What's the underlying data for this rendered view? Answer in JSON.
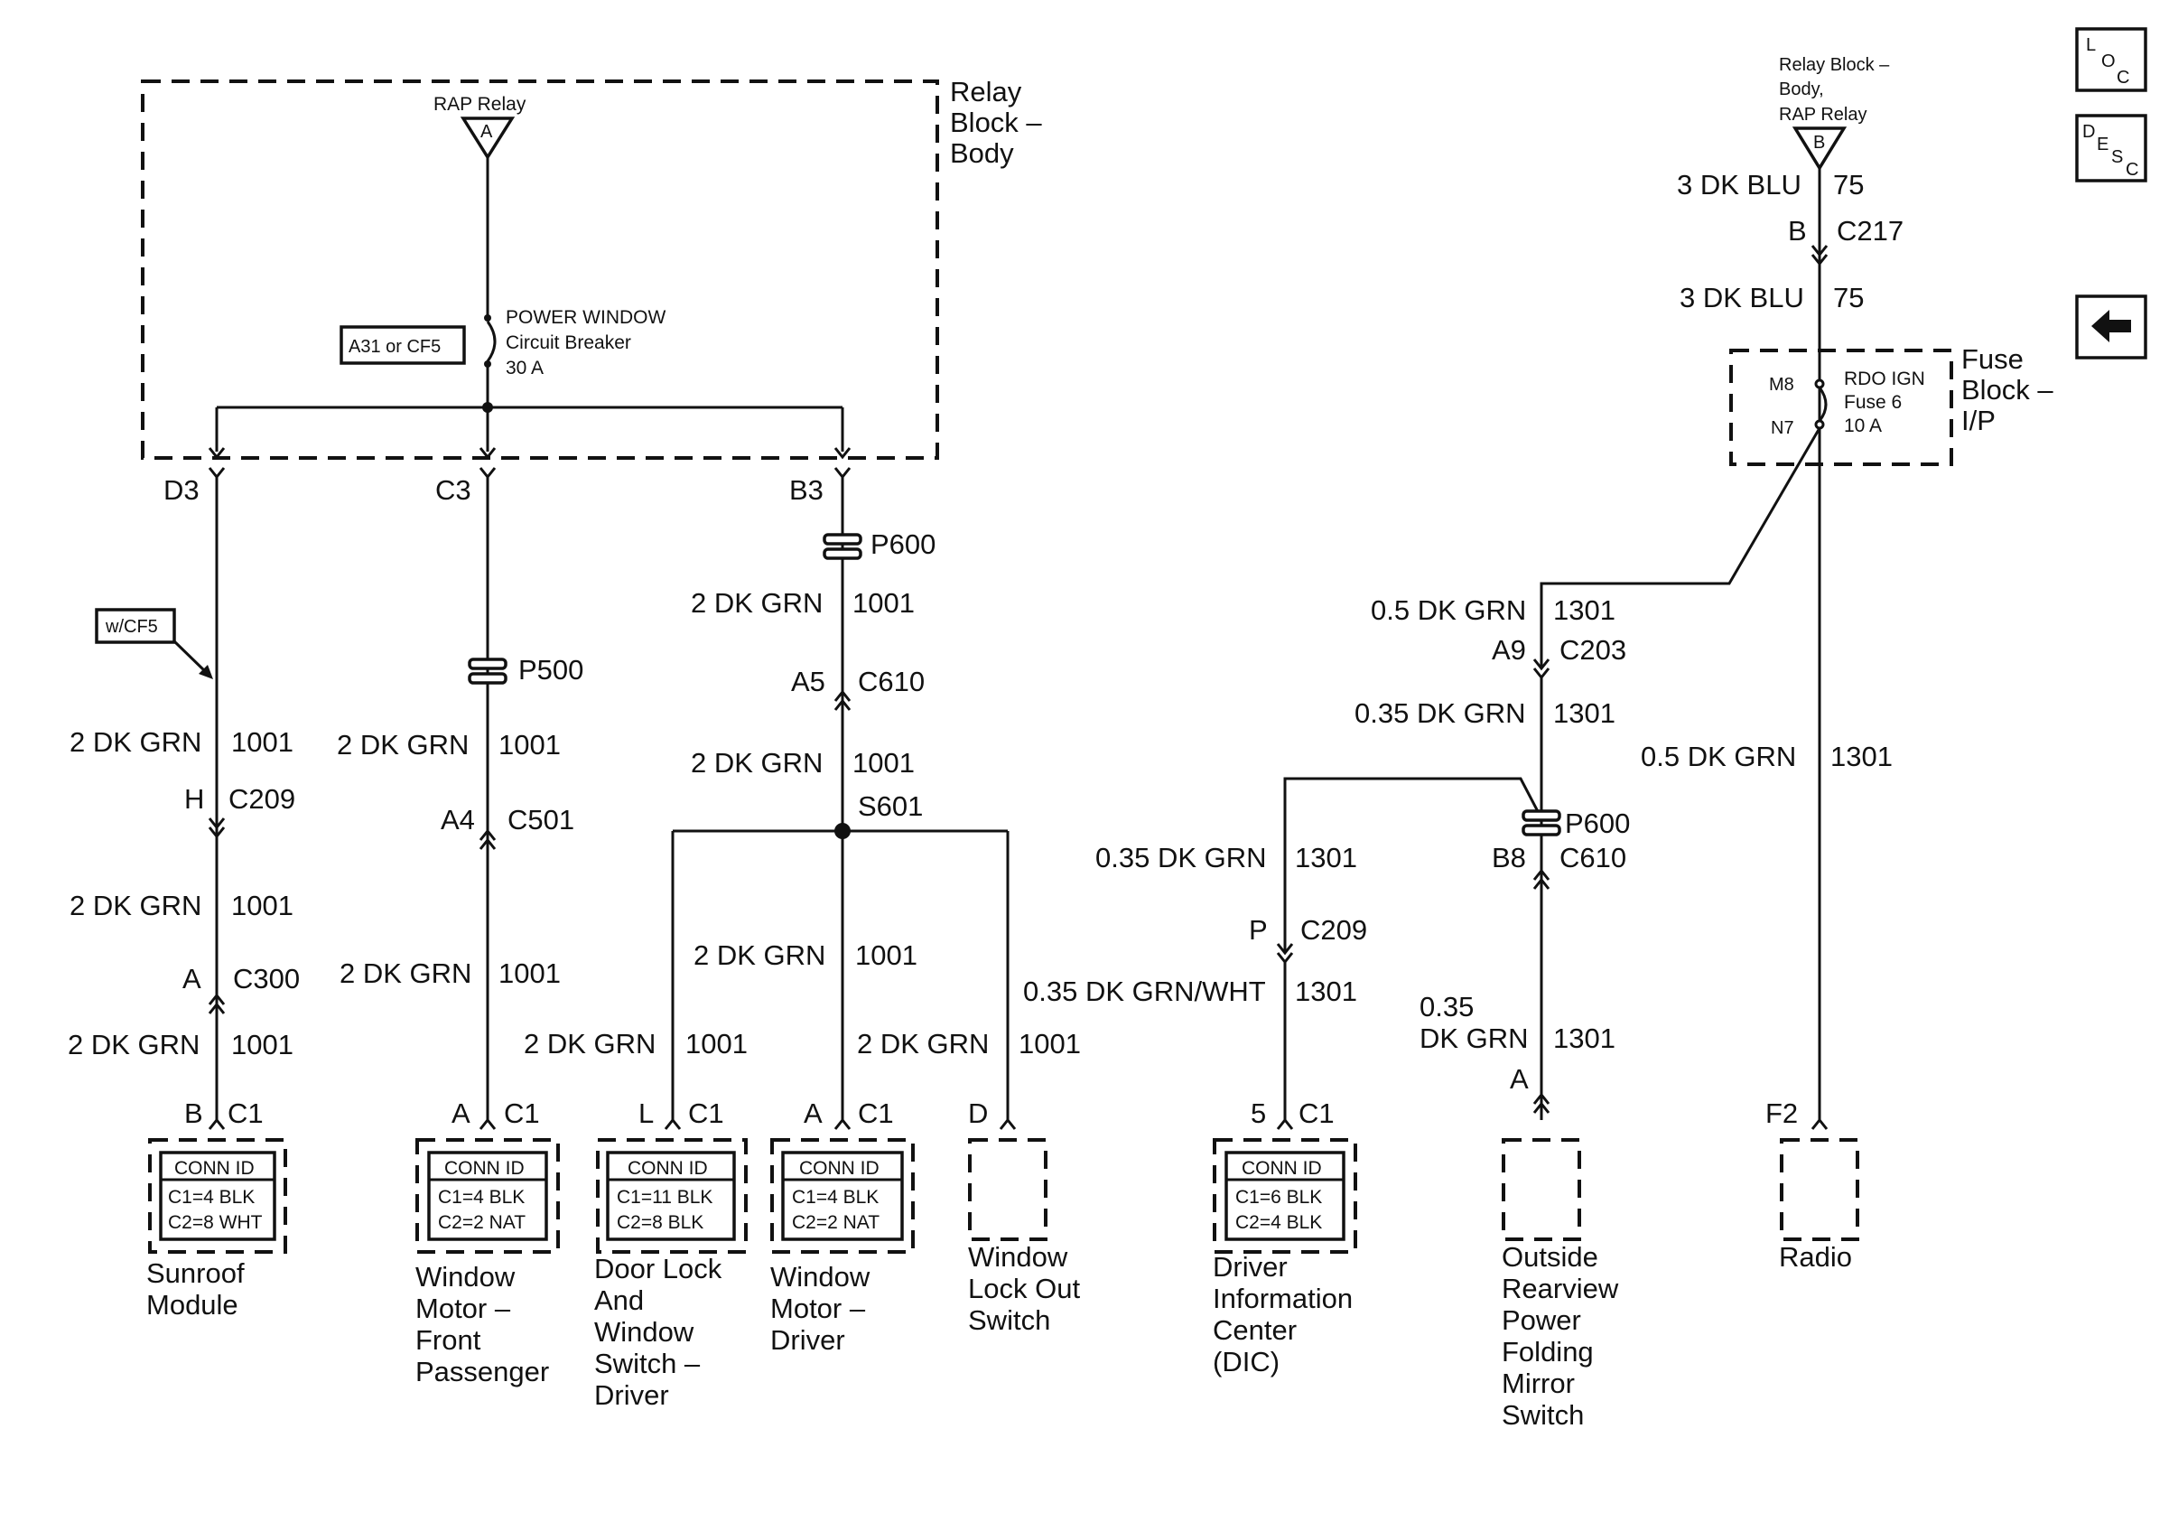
{
  "relay_block": {
    "title": [
      "Relay",
      "Block –",
      "Body"
    ],
    "rap_relay": "RAP Relay",
    "rap_pin": "A",
    "breaker_option": "A31 or CF5",
    "breaker": [
      "POWER WINDOW",
      "Circuit Breaker",
      "30 A"
    ]
  },
  "nav": {
    "loc": [
      "L",
      "O",
      "C"
    ],
    "desc": [
      "D",
      "E",
      "S",
      "C"
    ],
    "back_icon": "left-arrow-icon"
  },
  "branch_d3": {
    "terminal": "D3",
    "note": "w/CF5",
    "wire1": {
      "size": "2 DK GRN",
      "circuit": "1001"
    },
    "conn1": {
      "pin": "H",
      "id": "C209"
    },
    "wire2": {
      "size": "2 DK GRN",
      "circuit": "1001"
    },
    "conn2": {
      "pin": "A",
      "id": "C300"
    },
    "wire3": {
      "size": "2 DK GRN",
      "circuit": "1001"
    },
    "comp_pin": "B",
    "comp_conn": "C1",
    "conn_id": [
      "CONN ID",
      "C1=4 BLK",
      "C2=8 WHT"
    ],
    "label": [
      "Sunroof",
      "Module"
    ]
  },
  "branch_c3": {
    "terminal": "C3",
    "splice": "P500",
    "wire1": {
      "size": "2 DK GRN",
      "circuit": "1001"
    },
    "conn1": {
      "pin": "A4",
      "id": "C501"
    },
    "wire2": {
      "size": "2 DK GRN",
      "circuit": "1001"
    },
    "comp_pin": "A",
    "comp_conn": "C1",
    "conn_id": [
      "CONN ID",
      "C1=4 BLK",
      "C2=2 NAT"
    ],
    "label": [
      "Window",
      "Motor –",
      "Front",
      "Passenger"
    ]
  },
  "branch_b3": {
    "terminal": "B3",
    "splice": "P600",
    "wire1": {
      "size": "2 DK GRN",
      "circuit": "1001"
    },
    "conn1": {
      "pin": "A5",
      "id": "C610"
    },
    "wire2": {
      "size": "2 DK GRN",
      "circuit": "1001"
    },
    "splice_point": "S601",
    "door_lock": {
      "wire": {
        "size": "2 DK GRN",
        "circuit": "1001"
      },
      "comp_pin": "L",
      "comp_conn": "C1",
      "conn_id": [
        "CONN ID",
        "C1=11 BLK",
        "C2=8 BLK"
      ],
      "label": [
        "Door Lock",
        "And",
        "Window",
        "Switch –",
        "Driver"
      ]
    },
    "motor_driver": {
      "wire_upper": {
        "size": "2 DK GRN",
        "circuit": "1001"
      },
      "wire_lower": {
        "size": "2 DK GRN",
        "circuit": "1001"
      },
      "comp_pin": "A",
      "comp_conn": "C1",
      "conn_id": [
        "CONN ID",
        "C1=4 BLK",
        "C2=2 NAT"
      ],
      "label": [
        "Window",
        "Motor –",
        "Driver"
      ]
    },
    "lockout": {
      "comp_pin": "D",
      "label": [
        "Window",
        "Lock Out",
        "Switch"
      ]
    }
  },
  "right": {
    "relay_ref": [
      "Relay Block –",
      "Body,",
      "RAP Relay"
    ],
    "relay_pin": "B",
    "wire_top": {
      "size": "3 DK BLU",
      "circuit": "75"
    },
    "conn_c217": {
      "pin": "B",
      "id": "C217"
    },
    "wire_mid": {
      "size": "3 DK BLU",
      "circuit": "75"
    },
    "fuse_block": {
      "title": [
        "Fuse",
        "Block –",
        "I/P"
      ],
      "pin_in": "M8",
      "pin_out": "N7",
      "fuse": [
        "RDO IGN",
        "Fuse 6",
        "10 A"
      ]
    },
    "wire_a": {
      "size": "0.5 DK GRN",
      "circuit": "1301"
    },
    "conn_c203": {
      "pin": "A9",
      "id": "C203"
    },
    "wire_b": {
      "size": "0.35 DK GRN",
      "circuit": "1301"
    },
    "splice": "P600",
    "conn_c610": {
      "pin": "B8",
      "id": "C610"
    },
    "dic": {
      "wire1": {
        "size": "0.35 DK GRN",
        "circuit": "1301"
      },
      "conn": {
        "pin": "P",
        "id": "C209"
      },
      "wire2": {
        "size": "0.35 DK GRN/WHT",
        "circuit": "1301"
      },
      "comp_pin": "5",
      "comp_conn": "C1",
      "conn_id": [
        "CONN ID",
        "C1=6 BLK",
        "C2=4 BLK"
      ],
      "label": [
        "Driver",
        "Information",
        "Center",
        "(DIC)"
      ]
    },
    "mirror": {
      "wire": {
        "size_line1": "0.35",
        "size_line2": "DK GRN",
        "circuit": "1301"
      },
      "comp_pin": "A",
      "label": [
        "Outside",
        "Rearview",
        "Power",
        "Folding",
        "Mirror",
        "Switch"
      ]
    },
    "radio": {
      "wire": {
        "size": "0.5 DK GRN",
        "circuit": "1301"
      },
      "comp_pin": "F2",
      "label": [
        "Radio"
      ]
    }
  }
}
